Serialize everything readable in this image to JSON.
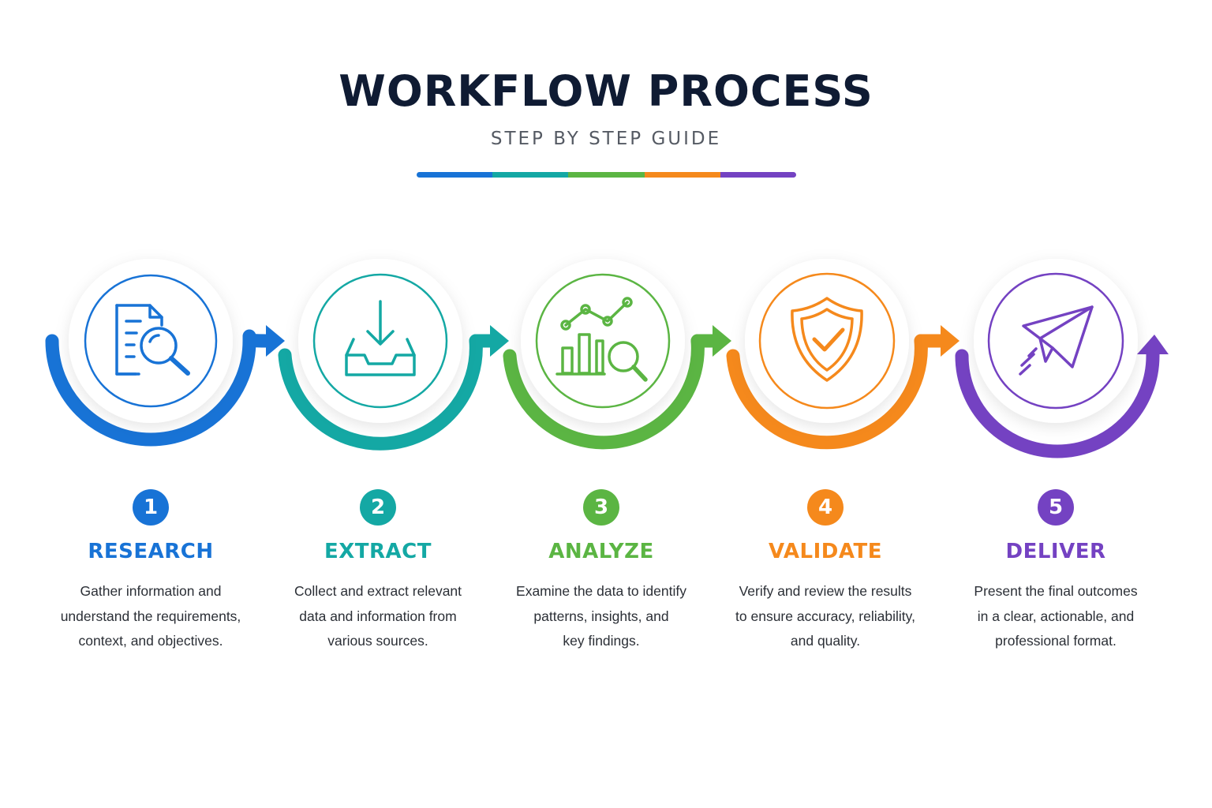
{
  "header": {
    "title": "WORKFLOW PROCESS",
    "subtitle": "STEP BY STEP GUIDE"
  },
  "colors": {
    "blue": "#1873d6",
    "teal": "#14a8a4",
    "green": "#5bb543",
    "orange": "#f5891c",
    "purple": "#7442c2"
  },
  "steps": [
    {
      "number": "1",
      "title": "RESEARCH",
      "description": "Gather information and\nunderstand the requirements,\ncontext, and objectives.",
      "icon": "document-search-icon",
      "color": "#1873d6"
    },
    {
      "number": "2",
      "title": "EXTRACT",
      "description": "Collect and extract relevant\ndata and information from\nvarious sources.",
      "icon": "download-tray-icon",
      "color": "#14a8a4"
    },
    {
      "number": "3",
      "title": "ANALYZE",
      "description": "Examine the data to identify\npatterns, insights, and\nkey findings.",
      "icon": "chart-magnifier-icon",
      "color": "#5bb543"
    },
    {
      "number": "4",
      "title": "VALIDATE",
      "description": "Verify and review the results\nto ensure accuracy, reliability,\nand quality.",
      "icon": "shield-check-icon",
      "color": "#f5891c"
    },
    {
      "number": "5",
      "title": "DELIVER",
      "description": "Present the final outcomes\nin a clear, actionable, and\nprofessional format.",
      "icon": "paper-plane-icon",
      "color": "#7442c2"
    }
  ]
}
